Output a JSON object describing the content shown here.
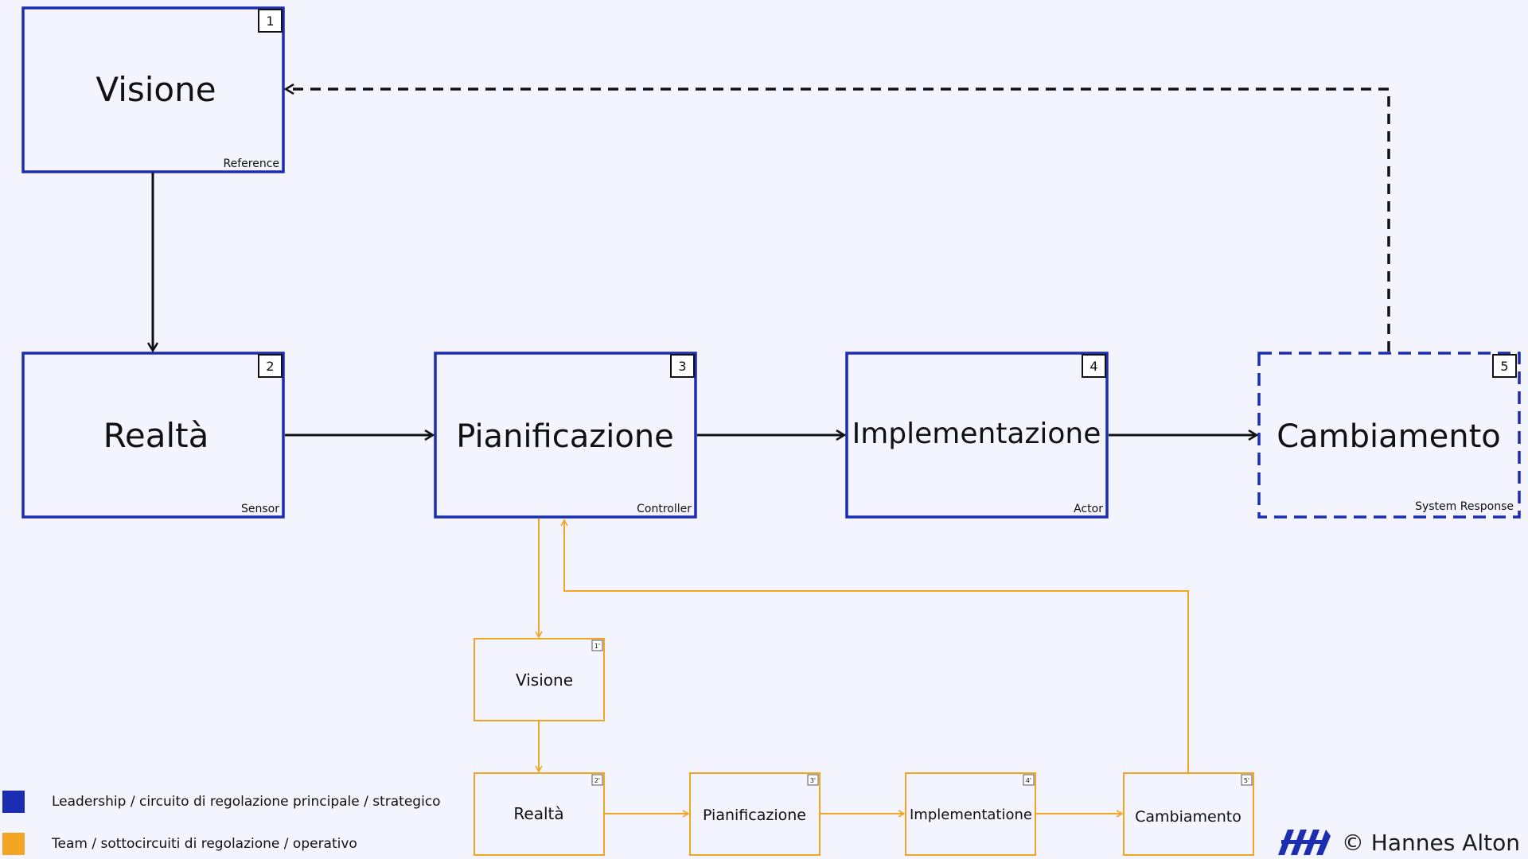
{
  "colors": {
    "background": "#f3f4fd",
    "strategic": "#1b2db1",
    "operative": "#f1a523",
    "arrow": "#111111"
  },
  "main_loop": {
    "visione": {
      "number": "1",
      "title": "Visione",
      "role": "Reference"
    },
    "realta": {
      "number": "2",
      "title": "Realtà",
      "role": "Sensor"
    },
    "pianificazione": {
      "number": "3",
      "title": "Pianificazione",
      "role": "Controller"
    },
    "implementazione": {
      "number": "4",
      "title": "Implementazione",
      "role": "Actor"
    },
    "cambiamento": {
      "number": "5",
      "title": "Cambiamento",
      "role": "System Response"
    }
  },
  "sub_loop": {
    "visione": {
      "number": "1'",
      "title": "Visione"
    },
    "realta": {
      "number": "2'",
      "title": "Realtà"
    },
    "pianificazione": {
      "number": "3'",
      "title": "Pianificazione"
    },
    "implementazione": {
      "number": "4'",
      "title": "Implementatione"
    },
    "cambiamento": {
      "number": "5'",
      "title": "Cambiamento"
    }
  },
  "legend": {
    "strategic": "Leadership / circuito di regolazione principale / strategico",
    "operative": "Team / sottocircuiti di regolazione / operativo"
  },
  "credit": "© Hannes Alton",
  "logo_icon": "hannes-alton-logo-icon"
}
